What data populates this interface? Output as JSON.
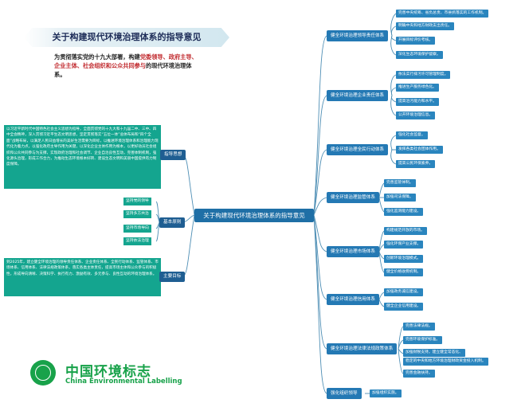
{
  "title": "关于构建现代环境治理体系的指导意见",
  "intro": {
    "p1": "为贯彻落实党的十九大部署，构建",
    "p2": "党委领导、政府主导、企业主体、社会组织和公众共同参与",
    "p3": "的现代环境治理体系。"
  },
  "center": "关于构建现代环境治理体系的指导意见",
  "branches": [
    {
      "label": "健全环境治理领导责任体系",
      "leaves": [
        "完善中央统筹、省负总责、市县抓落实的工作机制。",
        "明确中央和地方财政支出责任。",
        "开展目标评价考核。",
        "深化生态环境保护督察。"
      ]
    },
    {
      "label": "健全环境治理企业责任体系",
      "leaves": [
        "依法实行排污许可管理制度。",
        "推进生产服务绿色化。",
        "提高治污能力和水平。",
        "公开环境治理信息。"
      ]
    },
    {
      "label": "健全环境治理全民行动体系",
      "leaves": [
        "强化社会监督。",
        "发挥各类社会团体作用。",
        "提高公民环保素养。"
      ]
    },
    {
      "label": "健全环境治理监管体系",
      "leaves": [
        "完善监管体制。",
        "加强司法保障。",
        "强化监测能力建设。"
      ]
    },
    {
      "label": "健全环境治理市场体系",
      "leaves": [
        "构建规范开放的市场。",
        "强化环保产业支撑。",
        "创新环境治理模式。",
        "健全价格收费机制。"
      ]
    },
    {
      "label": "健全环境治理信用体系",
      "leaves": [
        "加强政务诚信建设。",
        "健全企业信用建设。"
      ]
    },
    {
      "label": "健全环境治理法律法规政策体系",
      "leaves": [
        "完善法律法规。",
        "完善环境保护标准。",
        "加强财税支持。建立健全常态化、",
        "稳定的中央和地方环境治理财政资金投入机制。",
        "完善金融扶持。"
      ]
    },
    {
      "label": "强化组织领导",
      "leaves": [
        "加强组织实施。"
      ]
    }
  ],
  "left": {
    "guiding": {
      "label": "指导思想",
      "text": "以习近平新时代中国特色社会主义思想为指导，全面贯彻党的十九大和十九届二中、三中、四中全会精神，深入贯彻习近平生态文明思想，坚定贯彻落实“五位一体”总体布局和“四个全面”战略布局，以满足人民日益增长的美好生活需要为目标，以推进环境治理体系和治理能力现代化为着力点，以强化政府主导作用为关键，以深化企业主体作用为根本，以更好动员社会组织和公众共同参与为支撑，实现政府治理和社会调节、企业自治良性互动，完善体制机制，强化源头治理，形成工作合力，为推动生态环境根本好转、建设生态文明和美丽中国提供有力制度保障。"
    },
    "principles": {
      "label": "基本原则",
      "items": [
        "坚持党的领导",
        "坚持多方共治",
        "坚持市场导向",
        "坚持依法治理"
      ]
    },
    "goals": {
      "label": "主要目标",
      "text": "到2025年，建立健全环境治理的领导责任体系、企业责任体系、全民行动体系、监管体系、市场体系、信用体系、法律法规政策体系，落实各类主体责任，提高市场主体和公众参与的积极性，形成导向清晰、决策科学、执行有力、激励有效、多元参与、良性互动的环境治理体系。"
    }
  },
  "logo": {
    "cn": "中国环境标志",
    "en": "China Environmental Labelling"
  },
  "colors": {
    "node": "#2479b4",
    "teal": "#14a58f",
    "line": "#4f8fb5",
    "accent_red": "#c0282c",
    "logo_green": "#18a24a"
  }
}
